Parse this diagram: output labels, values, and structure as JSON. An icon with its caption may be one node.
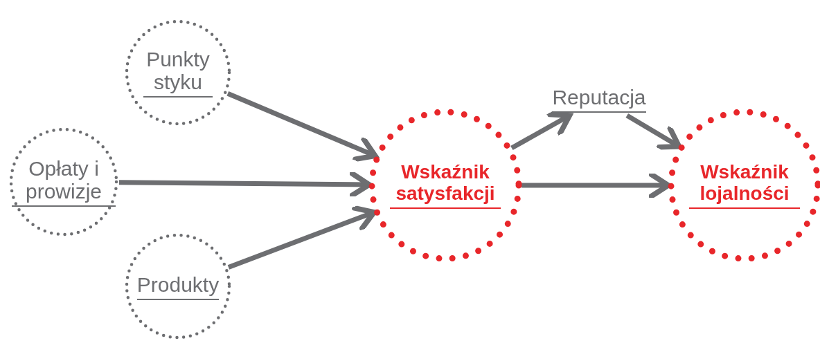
{
  "diagram": {
    "nodes": [
      {
        "text": [
          "Punkty styku"
        ]
      },
      {
        "text": [
          "Opłaty i prowizje"
        ]
      },
      {
        "text": [
          "Produkty"
        ]
      },
      {
        "text": [
          "Wskaźnik satysfakcji"
        ]
      },
      {
        "text": [
          "Reputacja"
        ]
      },
      {
        "text": [
          "Wskaźnik lojalności"
        ]
      }
    ],
    "edges": [
      {
        "from": 0,
        "to": 3,
        "arrow": "to"
      },
      {
        "from": 1,
        "to": 3,
        "arrow": "to"
      },
      {
        "from": 2,
        "to": 3,
        "arrow": "to"
      },
      {
        "from": 3,
        "to": 4,
        "arrow": "to"
      },
      {
        "from": 3,
        "to": 5,
        "arrow": "to"
      },
      {
        "from": 4,
        "to": 5,
        "arrow": "to"
      }
    ]
  }
}
